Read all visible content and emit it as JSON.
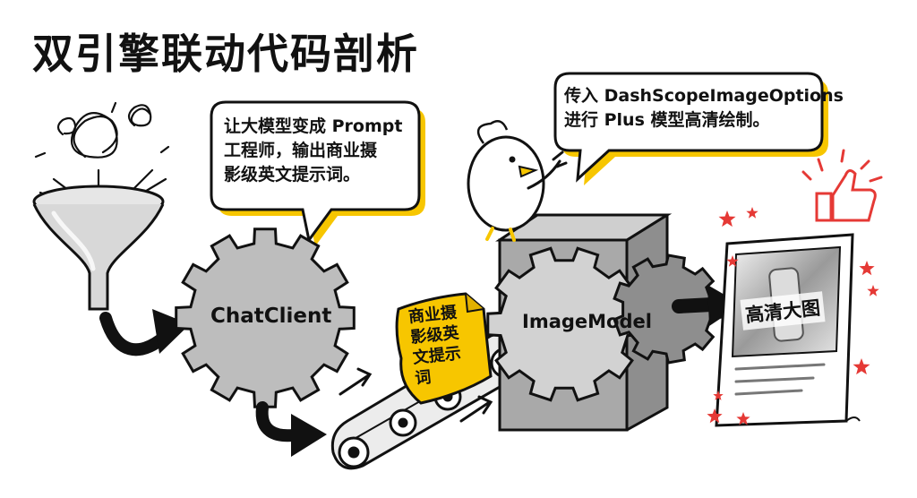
{
  "title": "双引擎联动代码剖析",
  "bubble_left": {
    "lines": [
      "让大模型变成 Prompt",
      "工程师，输出商业摄",
      "影级英文提示词。"
    ]
  },
  "bubble_right": {
    "lines": [
      "传入 DashScopeImageOptions",
      "进行 Plus 模型高清绘制。"
    ]
  },
  "gear_chat": {
    "label": "ChatClient"
  },
  "gear_image": {
    "label": "ImageModel"
  },
  "doc": {
    "lines": [
      "商业摄",
      "影级英",
      "文提示",
      "词"
    ]
  },
  "output": {
    "label": "高清大图"
  },
  "colors": {
    "accent_yellow": "#F7C600",
    "gear_gray": "#BDBDBD",
    "gear_dark": "#8E8E8E",
    "ink": "#111111",
    "star_red": "#E53935"
  }
}
